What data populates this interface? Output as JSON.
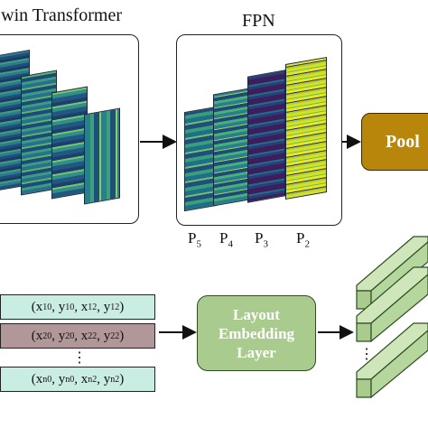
{
  "backbone": {
    "title": "Swin Transformer"
  },
  "fpn": {
    "title": "FPN",
    "levels": [
      {
        "base": "P",
        "sub": "5"
      },
      {
        "base": "P",
        "sub": "4"
      },
      {
        "base": "P",
        "sub": "3"
      },
      {
        "base": "P",
        "sub": "2"
      }
    ]
  },
  "pool": {
    "label": "Pool"
  },
  "sequences": [
    {
      "x1": "x",
      "s1": "10",
      "y1": "y",
      "t1": "10",
      "x2": "x",
      "s2": "12",
      "y2": "y",
      "t2": "12",
      "color": "#c9ece3"
    },
    {
      "x1": "x",
      "s1": "20",
      "y1": "y",
      "t1": "20",
      "x2": "x",
      "s2": "22",
      "y2": "y",
      "t2": "22",
      "color": "#b1969a"
    },
    {
      "x1": "x",
      "s1": "n0",
      "y1": "y",
      "t1": "n0",
      "x2": "x",
      "s2": "n2",
      "y2": "y",
      "t2": "n2",
      "color": "#c9ece3"
    }
  ],
  "dots": {
    "vertical": "⋮"
  },
  "layout_layer": {
    "line1": "Layout",
    "line2": "Embedding",
    "line3": "Layer"
  },
  "colors": {
    "pool": "#b8860b",
    "layout": "#a9cc8e",
    "embed_bar": "#b5d69c",
    "arrow": "#111111"
  }
}
